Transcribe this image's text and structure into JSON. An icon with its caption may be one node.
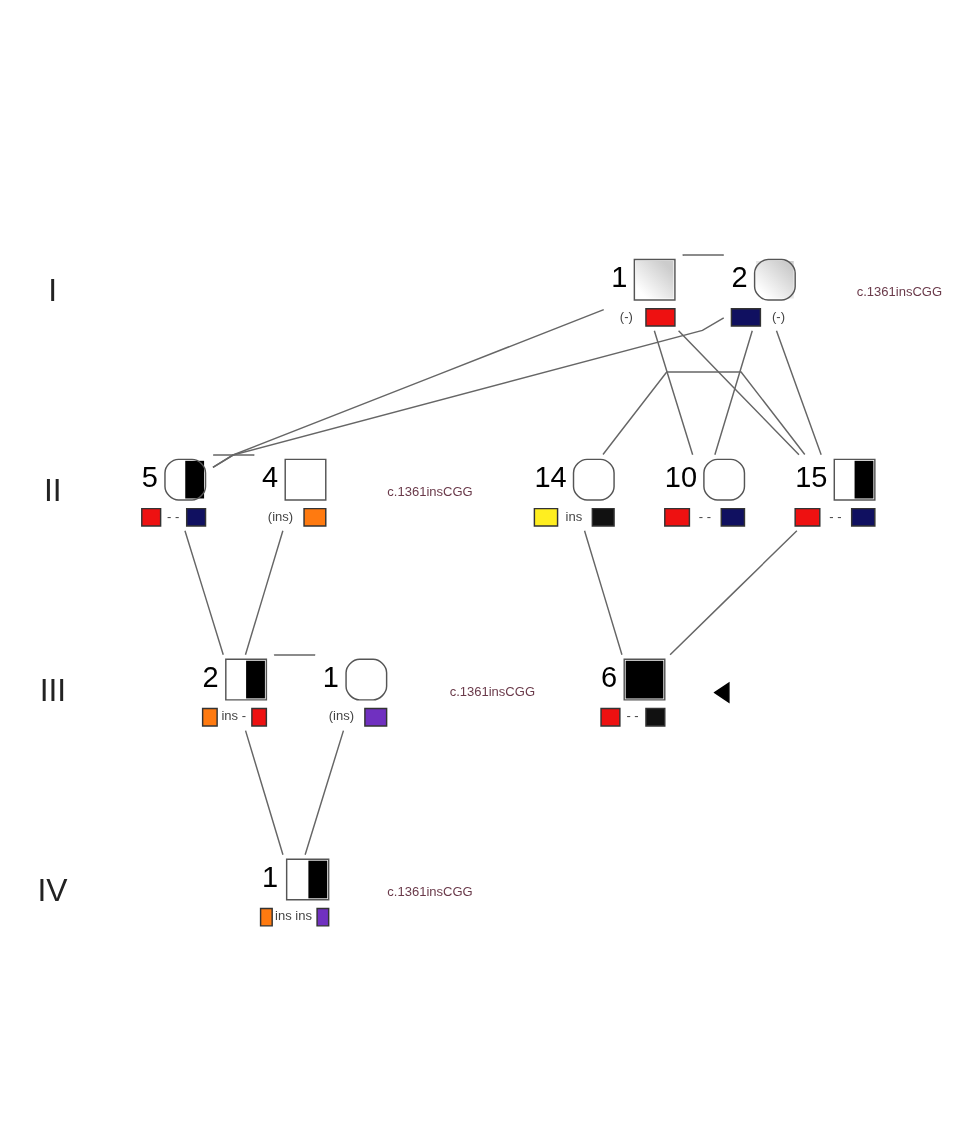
{
  "diagram": {
    "nodes": [
      {
        "text": [
          "1",
          "(-)"
        ]
      },
      {
        "text": [
          "2",
          "(-)"
        ]
      },
      {
        "text": [
          "4",
          "(ins)"
        ]
      },
      {
        "text": [
          "5",
          "- -"
        ]
      },
      {
        "text": [
          "10",
          "- -"
        ]
      },
      {
        "text": [
          "14",
          "ins"
        ]
      },
      {
        "text": [
          "15",
          "- -"
        ]
      },
      {
        "text": [
          "1",
          "(ins)"
        ]
      },
      {
        "text": [
          "2",
          "ins -"
        ]
      },
      {
        "text": [
          "6",
          "- -"
        ]
      },
      {
        "text": [
          "1",
          "ins ins"
        ]
      }
    ],
    "edges": [
      {
        "from": 0,
        "to": 1,
        "arrow": "none"
      },
      {
        "from": 0,
        "to": 3,
        "arrow": "none"
      },
      {
        "from": 1,
        "to": 3,
        "arrow": "none"
      },
      {
        "from": 0,
        "to": 4,
        "arrow": "none"
      },
      {
        "from": 1,
        "to": 4,
        "arrow": "none"
      },
      {
        "from": 0,
        "to": 6,
        "arrow": "none"
      },
      {
        "from": 1,
        "to": 6,
        "arrow": "none"
      },
      {
        "from": 2,
        "to": 3,
        "arrow": "none"
      },
      {
        "from": 2,
        "to": 8,
        "arrow": "none"
      },
      {
        "from": 3,
        "to": 8,
        "arrow": "none"
      },
      {
        "from": 5,
        "to": 6,
        "arrow": "none"
      },
      {
        "from": 5,
        "to": 9,
        "arrow": "none"
      },
      {
        "from": 6,
        "to": 9,
        "arrow": "none"
      },
      {
        "from": 7,
        "to": 8,
        "arrow": "none"
      },
      {
        "from": 7,
        "to": 10,
        "arrow": "none"
      },
      {
        "from": 8,
        "to": 10,
        "arrow": "none"
      }
    ],
    "labels": [
      "I",
      "c.1361insCGG",
      "II",
      "c.1361insCGG",
      "III",
      "c.1361insCGG",
      "IV",
      "c.1361insCGG"
    ]
  }
}
